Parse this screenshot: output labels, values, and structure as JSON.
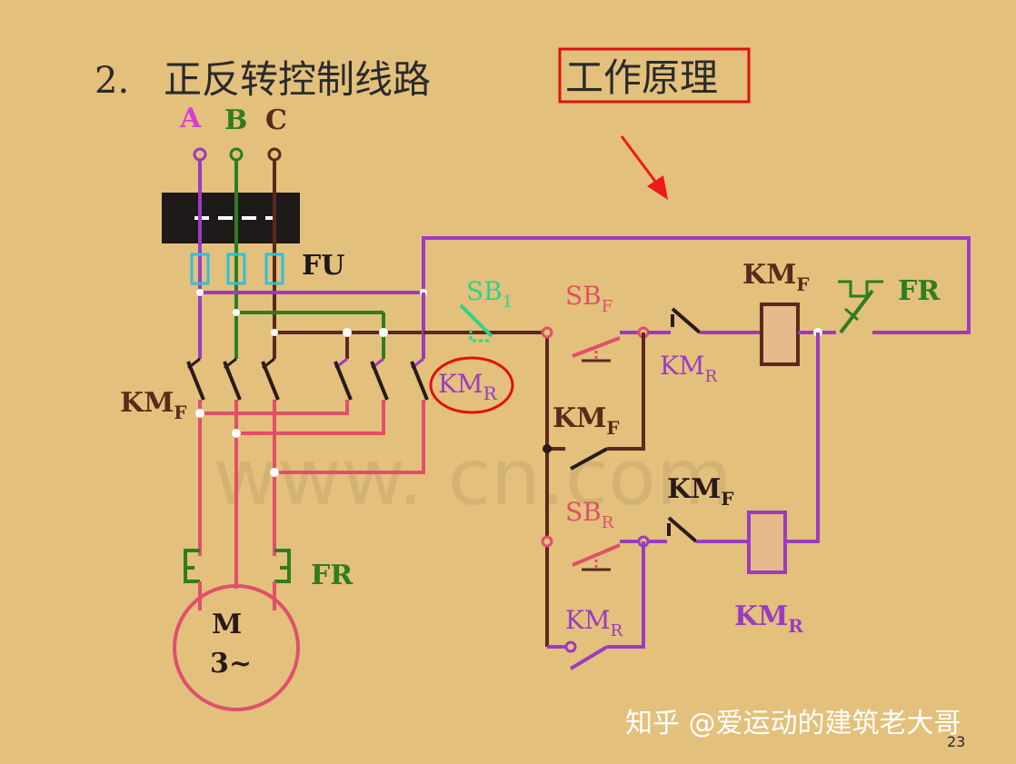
{
  "slide": {
    "title_number": "2.",
    "title": "正反转控制线路",
    "title_boxed": "工作原理",
    "page_number": "23",
    "watermark_faded": "www.          cn.com",
    "watermark_credit": "知乎 @爱运动的建筑老大哥"
  },
  "labels": {
    "phase_a": "A",
    "phase_b": "B",
    "phase_c": "C",
    "fuse": "FU",
    "km_main": "KM",
    "km_main_sub": "F",
    "km_rev": "KM",
    "km_rev_sub": "R",
    "motor_line1": "M",
    "motor_line2": "3~",
    "fr_main": "FR",
    "fr_ctrl": "FR",
    "sb1": "SB",
    "sb1_sub": "1",
    "sbf": "SB",
    "sbf_sub": "F",
    "sbr": "SB",
    "sbr_sub": "R",
    "kmr_nc_top": "KM",
    "kmr_nc_top_sub": "R",
    "kmf_coil": "KM",
    "kmf_coil_sub": "F",
    "kmf_hold": "KM",
    "kmf_hold_sub": "F",
    "kmf_nc": "KM",
    "kmf_nc_sub": "F",
    "kmr_coil": "KM",
    "kmr_coil_sub": "R",
    "kmr_hold": "KM",
    "kmr_hold_sub": "R"
  },
  "colors": {
    "background": "#e3c07c",
    "phase_a": "#9b3cc0",
    "phase_b": "#2e7d1e",
    "phase_c": "#5a2a1a",
    "load": "#e0506a",
    "highlight_red": "#e01010",
    "sb1_green": "#2fd28a",
    "coil_fill": "#e8b98a"
  }
}
